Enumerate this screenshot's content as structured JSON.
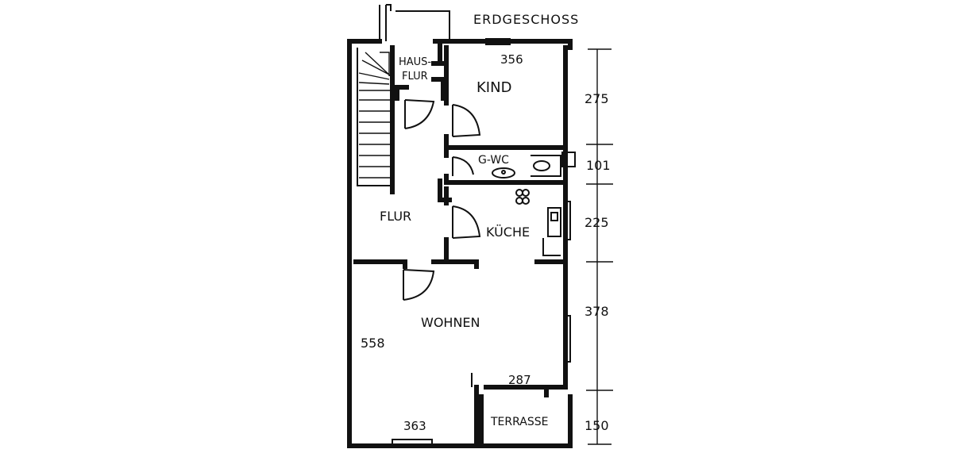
{
  "title": "ERDGESCHOSS",
  "rooms": {
    "hausflur_line1": "HAUS-",
    "hausflur_line2": "FLUR",
    "kind": "KIND",
    "gwc": "G-WC",
    "flur": "FLUR",
    "kueche": "KÜCHE",
    "wohnen": "WOHNEN",
    "terrasse": "TERRASSE"
  },
  "dimensions": {
    "kind_width": "356",
    "wohnen_depth": "558",
    "wohnen_width_bottom": "363",
    "wohnen_width_step": "287",
    "right_kind": "275",
    "right_wc": "101",
    "right_kueche": "225",
    "right_wohnen": "378",
    "right_terrasse": "150"
  }
}
